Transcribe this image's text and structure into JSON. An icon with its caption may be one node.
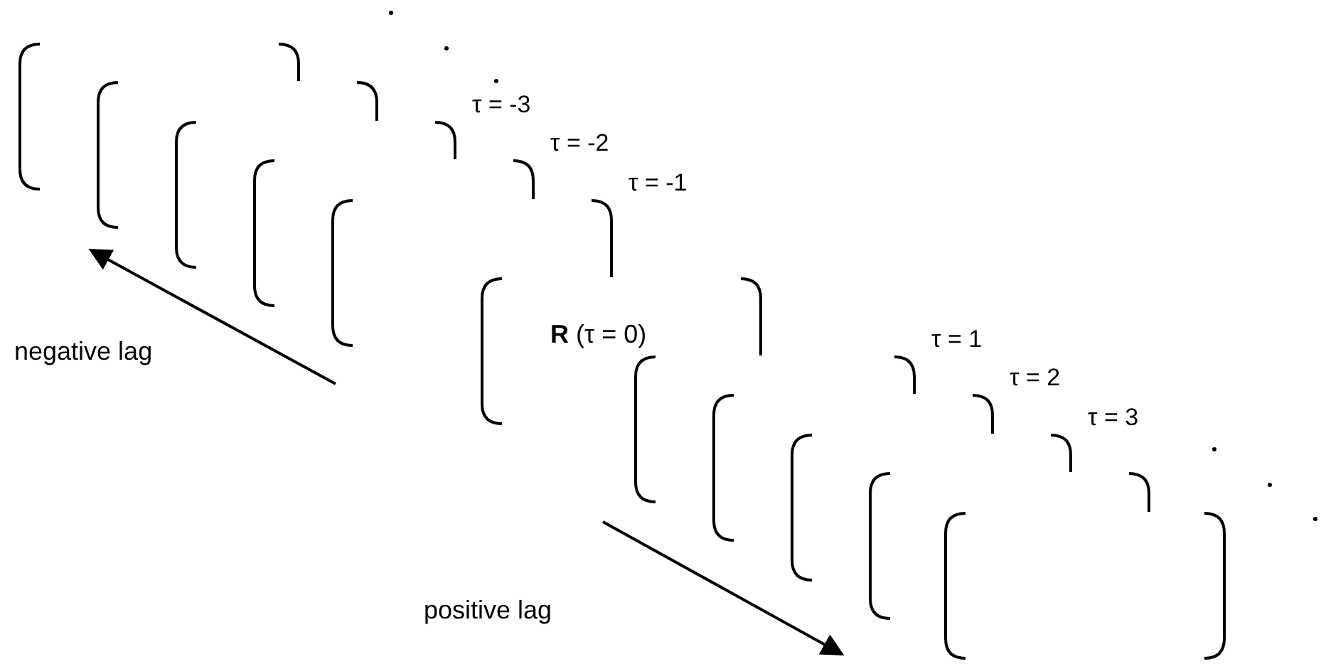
{
  "diagram": {
    "nodes": [
      {
        "text": [],
        "shape": "matrix"
      },
      {
        "text": [],
        "shape": "matrix"
      },
      {
        "text": [],
        "shape": "matrix",
        "beside": [
          "τ = -3"
        ]
      },
      {
        "text": [],
        "shape": "matrix",
        "beside": [
          "τ = -2"
        ]
      },
      {
        "text": [],
        "shape": "matrix",
        "beside": [
          "τ = -1"
        ]
      },
      {
        "text": [
          "**R** (τ = 0)"
        ]
      },
      {
        "text": [],
        "shape": "matrix",
        "beside": [
          "τ = 1"
        ]
      },
      {
        "text": [],
        "shape": "matrix",
        "beside": [
          "τ = 2"
        ]
      },
      {
        "text": [],
        "shape": "matrix",
        "beside": [
          "τ = 3"
        ]
      },
      {
        "text": [],
        "shape": "matrix"
      },
      {
        "text": [],
        "shape": "matrix"
      }
    ],
    "edges": [],
    "labels": [
      "negative lag",
      "positive lag"
    ]
  }
}
